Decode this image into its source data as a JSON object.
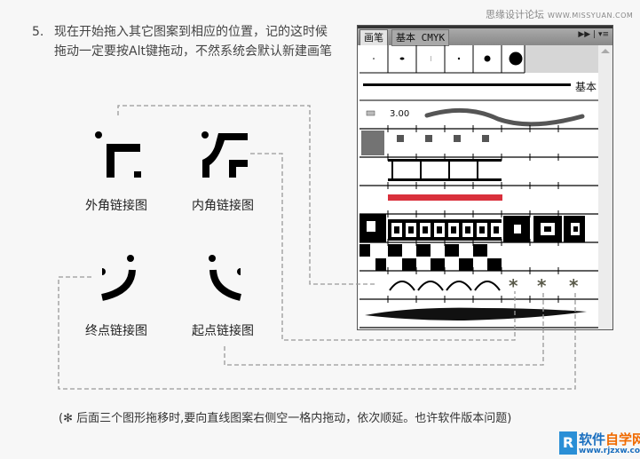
{
  "watermark_top": {
    "site": "思缘设计论坛",
    "url": "WWW.MISSYUAN.COM"
  },
  "instruction": {
    "number": "5.",
    "text": "现在开始拖入其它图案到相应的位置，记的这时候拖动一定要按Alt键拖动，不然系统会默认新建画笔"
  },
  "tiles": [
    {
      "label": "外角链接图"
    },
    {
      "label": "内角链接图"
    },
    {
      "label": "终点链接图"
    },
    {
      "label": "起点链接图"
    }
  ],
  "panel": {
    "tabs": [
      "画笔",
      "基本 CMYK"
    ],
    "active_tab": "画笔",
    "menu_icons": [
      "expand-arrows-icon",
      "panel-menu-icon"
    ],
    "basic_stroke_label": "基本",
    "brush_size": "3.00"
  },
  "note": "(✻  后面三个图形拖移时,要向直线图案右侧空一格内拖动，依次顺延。也许软件版本问题)",
  "logo": {
    "mark": "R",
    "name_a": "软件",
    "name_b": "自学网",
    "url": "www.rjzxw.com"
  },
  "colors": {
    "accent_red": "#d9303c",
    "guide_dash": "#999999",
    "asterisk": "#5a5a4a"
  }
}
